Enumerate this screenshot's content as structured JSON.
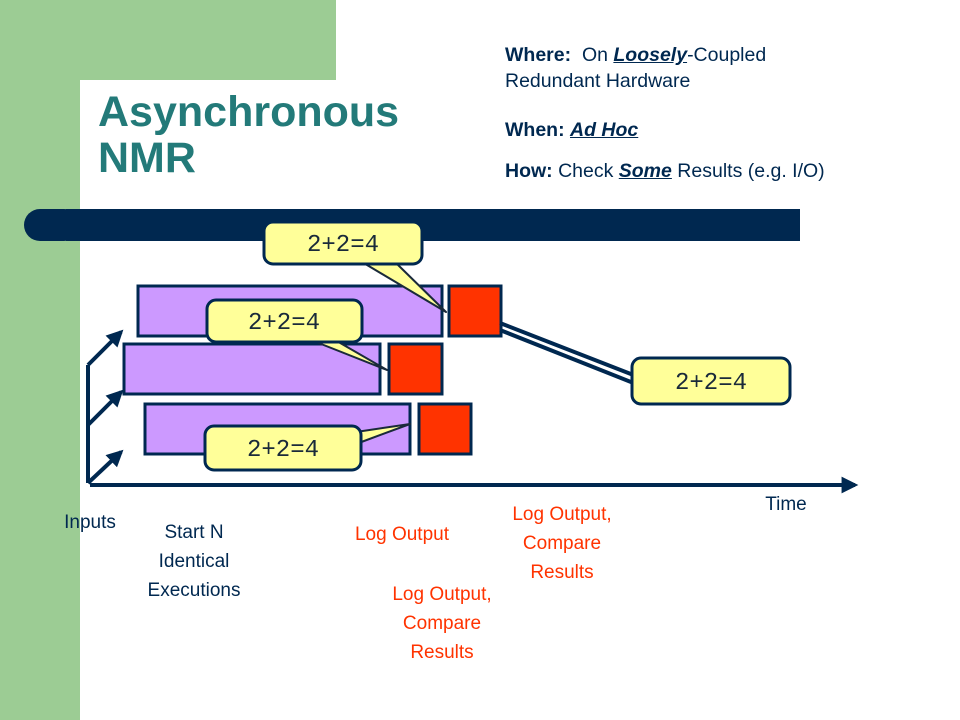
{
  "slide": {
    "title": "Asynchronous\nNMR",
    "where": {
      "label": "Where:",
      "pre": "On ",
      "em": "Loosely",
      "post": "-Coupled",
      "line2": "Redundant Hardware"
    },
    "when": {
      "label": "When:",
      "em": "Ad Hoc"
    },
    "how": {
      "label": "How:",
      "pre": " Check ",
      "em": "Some",
      "post": " Results (e.g. I/O)"
    }
  },
  "diagram": {
    "bubbles": [
      "2+2=4",
      "2+2=4",
      "2+2=4",
      "2+2=4"
    ],
    "labels": {
      "time": "Time",
      "inputs": "Inputs",
      "start": "Start N\nIdentical\nExecutions",
      "log_output": "Log Output",
      "log_compare_top": "Log Output,\nCompare\nResults",
      "log_compare_bottom": "Log Output,\nCompare\nResults"
    }
  },
  "colors": {
    "background_green": "#9ccc94",
    "title_teal": "#237a79",
    "navy": "#002850",
    "execution_bar": "#cc99ff",
    "checkpoint_red": "#ff3300",
    "bubble_fill": "#ffff99"
  }
}
